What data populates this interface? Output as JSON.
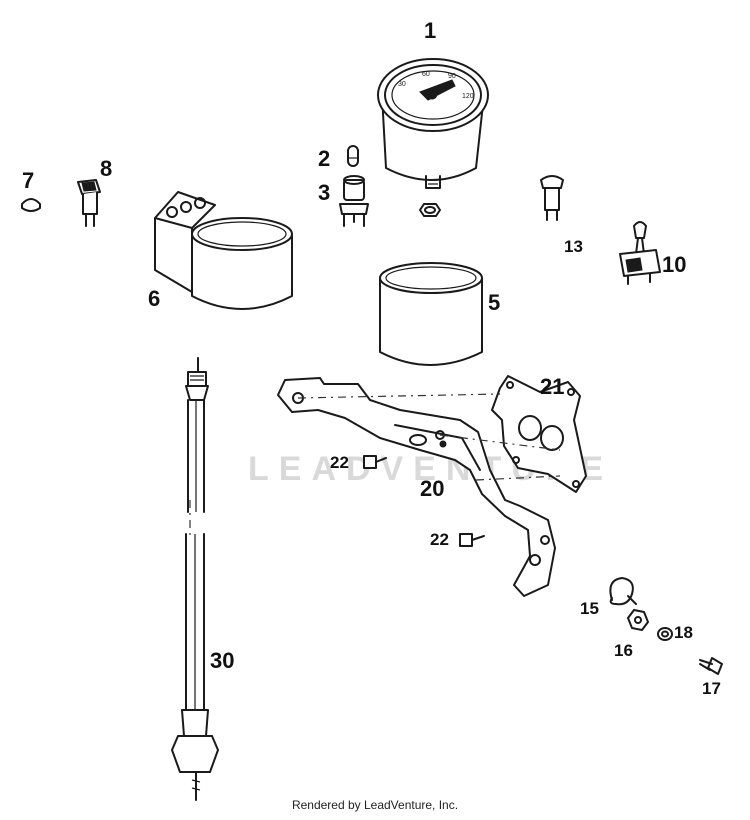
{
  "diagram": {
    "callouts": {
      "c1": "1",
      "c2": "2",
      "c3": "3",
      "c5": "5",
      "c6": "6",
      "c7": "7",
      "c8": "8",
      "c10": "10",
      "c13": "13",
      "c15": "15",
      "c16": "16",
      "c17": "17",
      "c18": "18",
      "c20": "20",
      "c21": "21",
      "c22a": "22",
      "c22b": "22",
      "c30": "30"
    },
    "gauge_markings": [
      "30",
      "60",
      "90",
      "120"
    ]
  },
  "watermark": {
    "text": "LEADVENTURE"
  },
  "footer": {
    "credit": "Rendered by LeadVenture, Inc."
  }
}
